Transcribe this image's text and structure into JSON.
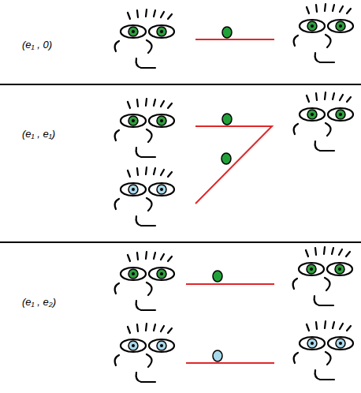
{
  "diagram": {
    "labels": [
      "(e₁ , 0)",
      "(e₁ , e₁)",
      "(e₁ , e₂)"
    ]
  }
}
